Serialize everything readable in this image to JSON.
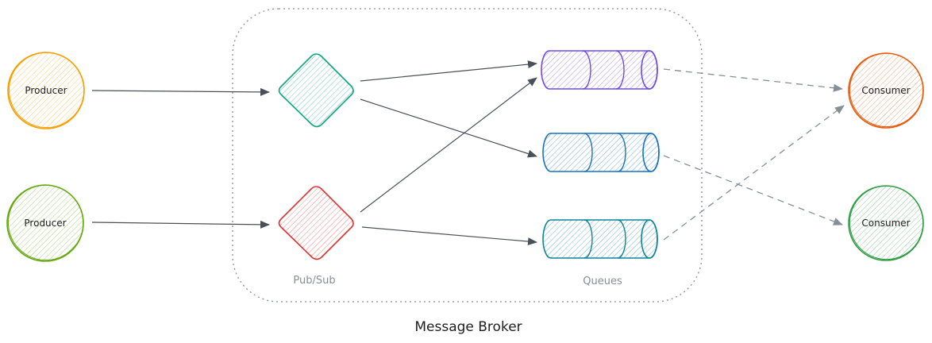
{
  "diagram": {
    "broker_label": "Message Broker",
    "pubsub_label": "Pub/Sub",
    "queues_label": "Queues",
    "producers": [
      {
        "label": "Producer",
        "stroke": "#f59f00",
        "fill": "#ffd8a8"
      },
      {
        "label": "Producer",
        "stroke": "#66a80f",
        "fill": "#d8f5a2"
      }
    ],
    "consumers": [
      {
        "label": "Consumer",
        "stroke": "#e8590c",
        "fill": "#ffd8a8"
      },
      {
        "label": "Consumer",
        "stroke": "#2f9e44",
        "fill": "#b2f2bb"
      }
    ],
    "exchanges": [
      {
        "stroke": "#0ca678",
        "fill": "#96f2d7"
      },
      {
        "stroke": "#e03131",
        "fill": "#ffc9c9"
      }
    ],
    "queues": [
      {
        "stroke": "#7048e8",
        "fill": "#d0bfff"
      },
      {
        "stroke": "#1971c2",
        "fill": "#a5d8ff"
      },
      {
        "stroke": "#0c8599",
        "fill": "#99e9f2"
      }
    ],
    "colors": {
      "arrow": "#495057",
      "dashed_arrow": "#868e96",
      "broker_border": "#868e96"
    }
  }
}
